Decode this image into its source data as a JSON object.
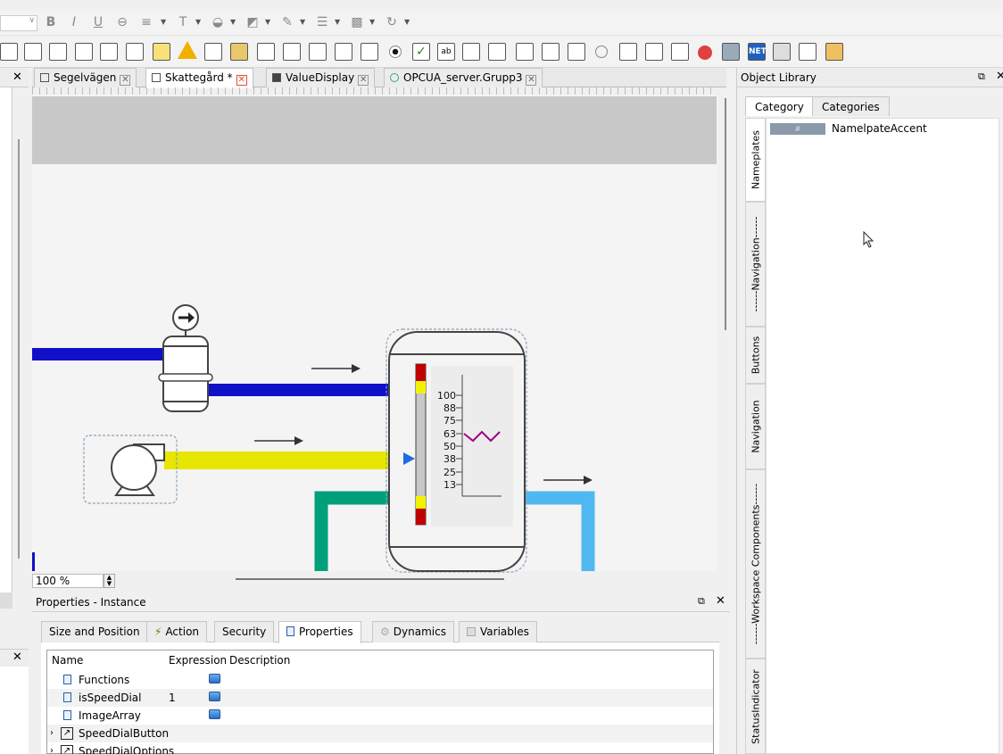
{
  "tabs": [
    {
      "label": "Segelvägen"
    },
    {
      "label": "Skattegård *"
    },
    {
      "label": "ValueDisplay"
    },
    {
      "label": "OPCUA_server.Grupp3"
    }
  ],
  "canvas": {
    "zoom": "100 %",
    "gauge_ticks": [
      "100",
      "88",
      "75",
      "63",
      "50",
      "38",
      "25",
      "13"
    ]
  },
  "object_library": {
    "title": "Object Library",
    "tabs": [
      "Category",
      "Categories"
    ],
    "side_tabs": [
      "Nameplates",
      "------Navigation------",
      "Buttons",
      "Navigation",
      "------Workspace Components------",
      "StatusIndicator"
    ],
    "items": [
      {
        "label": "NamelpateAccent",
        "thumb": "#"
      }
    ]
  },
  "properties": {
    "title": "Properties - Instance",
    "tabs": [
      "Size and Position",
      "Action",
      "Security",
      "Properties",
      "Dynamics",
      "Variables"
    ],
    "columns": [
      "Name",
      "Expression",
      "Description"
    ],
    "rows": [
      {
        "name": "Functions",
        "expression": ""
      },
      {
        "name": "isSpeedDial",
        "expression": "1"
      },
      {
        "name": "ImageArray",
        "expression": ""
      },
      {
        "name": "SpeedDialButton",
        "expression": ""
      },
      {
        "name": "SpeedDialOptions",
        "expression": ""
      }
    ]
  },
  "colors": {
    "pipe_blue": "#1010c8",
    "pipe_yellow": "#e6e600",
    "pipe_green": "#00a07a",
    "pipe_lightblue": "#50b8f0"
  }
}
